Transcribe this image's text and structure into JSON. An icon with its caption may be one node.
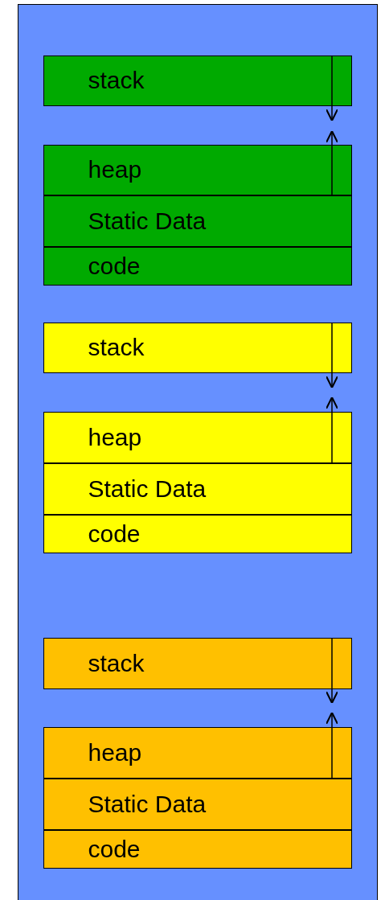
{
  "diagram": {
    "nodes": [
      {
        "text": [],
        "shape": "box"
      },
      {
        "text": [
          "stack"
        ],
        "in": 0
      },
      {
        "text": [
          "heap"
        ],
        "in": 0
      },
      {
        "text": [
          "Static Data"
        ],
        "in": 0
      },
      {
        "text": [
          "code"
        ],
        "in": 0
      },
      {
        "text": [
          "stack"
        ],
        "in": 0
      },
      {
        "text": [
          "heap"
        ],
        "in": 0
      },
      {
        "text": [
          "Static Data"
        ],
        "in": 0
      },
      {
        "text": [
          "code"
        ],
        "in": 0
      },
      {
        "text": [
          "stack"
        ],
        "in": 0
      },
      {
        "text": [
          "heap"
        ],
        "in": 0
      },
      {
        "text": [
          "Static Data"
        ],
        "in": 0
      },
      {
        "text": [
          "code"
        ],
        "in": 0
      }
    ]
  }
}
